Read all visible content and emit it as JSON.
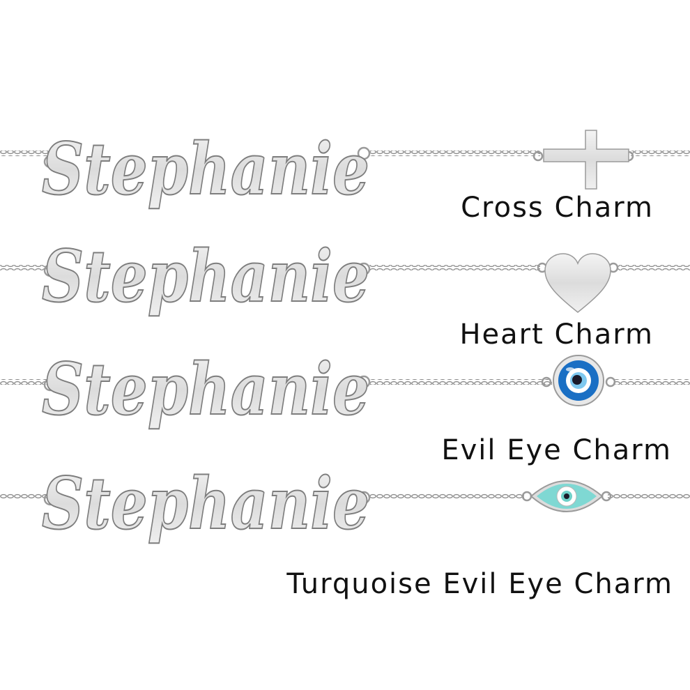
{
  "image": {
    "background": "#ffffff",
    "metal_color": "#d9d9d9",
    "chain_color": "#8a8a8a"
  },
  "necklaces": [
    {
      "name": "Stephanie",
      "charm_icon": "cross-icon",
      "caption": "Cross Charm"
    },
    {
      "name": "Stephanie",
      "charm_icon": "heart-icon",
      "caption": "Heart Charm"
    },
    {
      "name": "Stephanie",
      "charm_icon": "evil-eye-round-icon",
      "caption": "Evil Eye Charm",
      "charm_color": "#1a6fc4"
    },
    {
      "name": "Stephanie",
      "charm_icon": "evil-eye-turquoise-icon",
      "caption": "Turquoise Evil Eye Charm",
      "charm_color": "#7fd8d3"
    }
  ]
}
